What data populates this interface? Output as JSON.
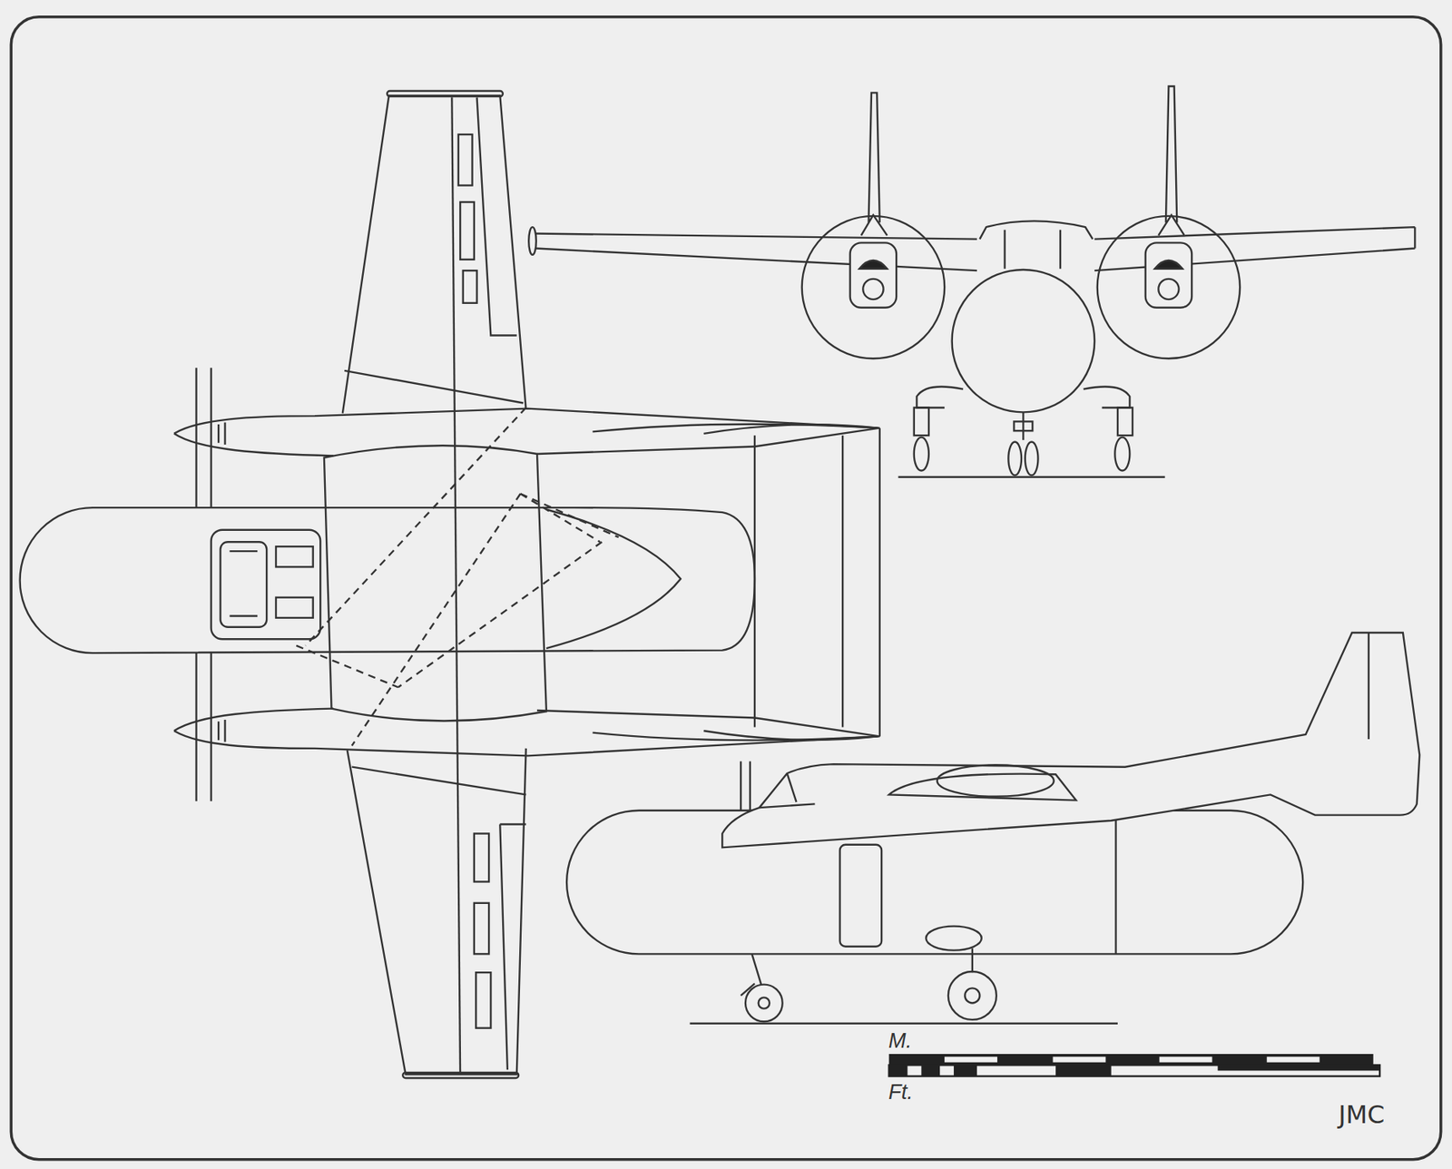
{
  "diagram": {
    "labels": [
      "M.",
      "Ft.",
      "JMC"
    ]
  }
}
